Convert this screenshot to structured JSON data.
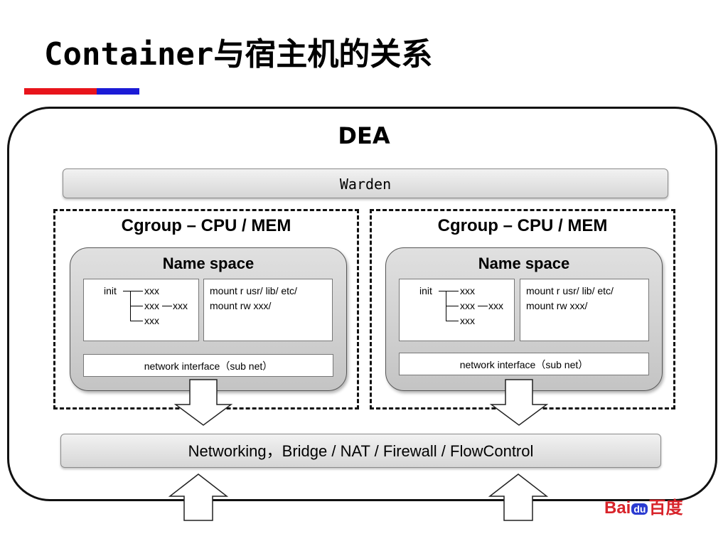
{
  "title": "Container与宿主机的关系",
  "colors": {
    "accent_red": "#e8141b",
    "accent_blue": "#1b1bd6"
  },
  "dea": "DEA",
  "warden": "Warden",
  "networking": "Networking，Bridge / NAT / Firewall / FlowControl",
  "containers": [
    {
      "cgroup": "Cgroup – CPU / MEM",
      "namespace": "Name space",
      "process_tree": {
        "root": "init",
        "children": [
          "xxx",
          "xxx",
          "xxx"
        ],
        "grandchild": "xxx"
      },
      "mounts": [
        "mount r  usr/ lib/ etc/",
        "mount rw  xxx/"
      ],
      "network": "network interface（sub net）"
    },
    {
      "cgroup": "Cgroup – CPU / MEM",
      "namespace": "Name space",
      "process_tree": {
        "root": "init",
        "children": [
          "xxx",
          "xxx",
          "xxx"
        ],
        "grandchild": "xxx"
      },
      "mounts": [
        "mount r  usr/ lib/ etc/",
        "mount rw  xxx/"
      ],
      "network": "network interface（sub net）"
    }
  ],
  "logo": {
    "left": "Bai",
    "mark": "du",
    "right": "百度"
  }
}
